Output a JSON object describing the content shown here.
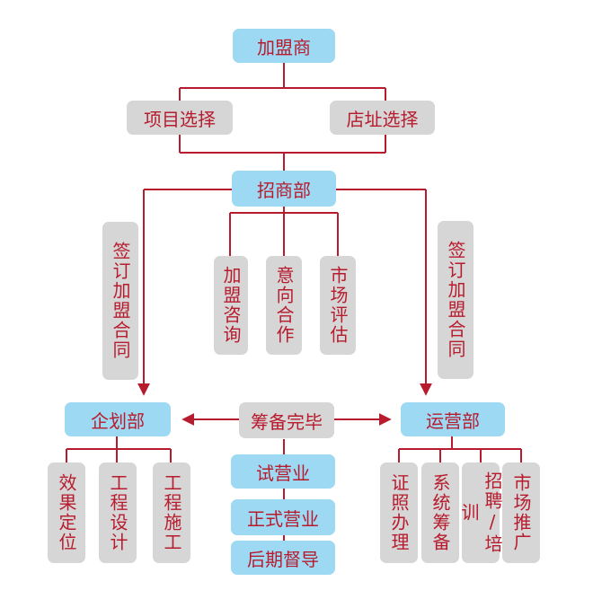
{
  "nodes": {
    "franchisee": "加盟商",
    "project_select": "项目选择",
    "store_select": "店址选择",
    "investment_dept": "招商部",
    "sign_left": "签订加盟合同",
    "sign_right": "签订加盟合同",
    "consult": "加盟咨询",
    "intent": "意向合作",
    "market_eval": "市场评估",
    "planning_dept": "企划部",
    "prep_done": "筹备完毕",
    "operations_dept": "运营部",
    "effect_position": "效果定位",
    "eng_design": "工程设计",
    "eng_build": "工程施工",
    "trial": "试营业",
    "formal": "正式营业",
    "supervise": "后期督导",
    "license": "证照办理",
    "system_prep": "系统筹备",
    "hiring": "招聘/培训",
    "promotion": "市场推广"
  },
  "colors": {
    "line": "#b71c2e",
    "text": "#b71c2e",
    "blue_box": "#9ed9f3",
    "gray_box": "#d6d6d6"
  },
  "icons": [
    "arrow-down-icon",
    "arrow-left-icon",
    "arrow-right-icon"
  ]
}
